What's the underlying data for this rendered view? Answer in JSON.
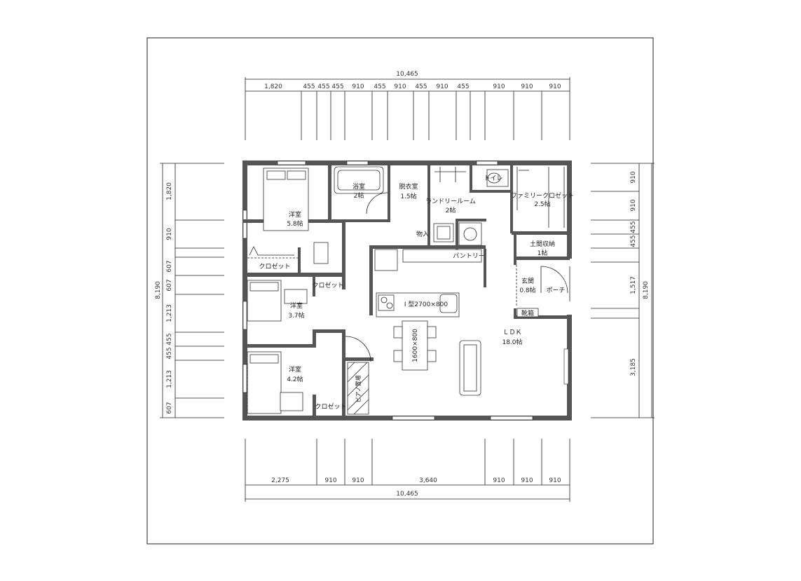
{
  "colors": {
    "wall": "#555555",
    "line": "#222222",
    "text": "#222222"
  },
  "dimensions": {
    "top_total": "10,465",
    "top": [
      "1,820",
      "455",
      "455",
      "455",
      "910",
      "455",
      "910",
      "455",
      "910",
      "455",
      "910",
      "910",
      "910"
    ],
    "bottom_total": "10,465",
    "bottom": [
      "2,275",
      "910",
      "910",
      "3,640",
      "910",
      "910",
      "910"
    ],
    "left_total": "8,190",
    "left": [
      "1,820",
      "910",
      "607",
      "607",
      "1,213",
      "455",
      "455",
      "1,213",
      "607"
    ],
    "right_total": "8,190",
    "right": [
      "910",
      "910",
      "455",
      "455",
      "1,517",
      "3,185"
    ]
  },
  "rooms": {
    "bed1_name": "洋室",
    "bed1_size": "5.8帖",
    "bed2_name": "洋室",
    "bed2_size": "3.7帖",
    "bed3_name": "洋室",
    "bed3_size": "4.2帖",
    "closet1": "クロゼット",
    "closet2": "クロゼット",
    "closet3": "クロゼット",
    "bath_name": "浴室",
    "bath_size": "2帖",
    "dress_name": "脱衣室",
    "dress_size": "1.5帖",
    "laundry_name": "ランドリールーム",
    "laundry_size": "2帖",
    "toilet": "トイレ",
    "family_closet_name": "ファミリークロゼット",
    "family_closet_size": "2.5帖",
    "doma_storage_name": "土間収納",
    "doma_storage_size": "1帖",
    "storage": "物入",
    "pantry": "パントリー",
    "kitchen": "I 型2700×800",
    "entrance_name": "玄関",
    "entrance_size": "0.8帖",
    "porch": "ポーチ",
    "shoebox": "靴箱",
    "ldk_name": "ＬＤＫ",
    "ldk_size": "18.0帖",
    "table": "1600×800",
    "stairs": "ピアノ置場"
  }
}
